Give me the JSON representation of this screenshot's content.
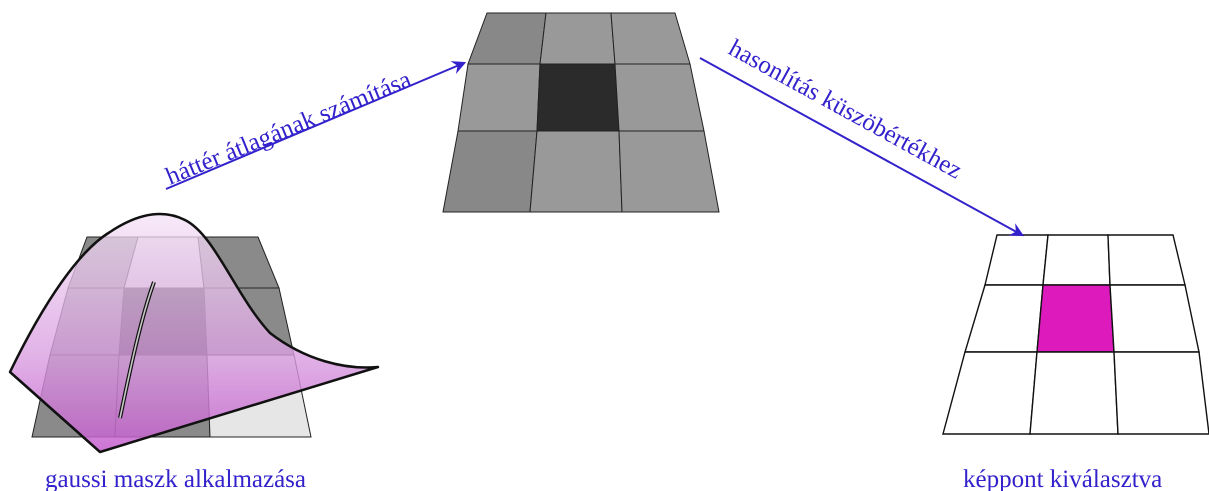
{
  "labels": {
    "step1": "háttér átlagának számítása",
    "step2": "hasonlítás küszöbértékhez",
    "left_caption": "gaussi maszk alkalmazása",
    "right_caption": "képpont kiválasztva"
  },
  "colors": {
    "text": "#3322cc",
    "arrow": "#3322cc",
    "grid_dark": "#888888",
    "grid_mid": "#999999",
    "grid_center": "#2b2b2b",
    "grid_light": "#e6e6e6",
    "selected": "#dd1abb",
    "gauss_fill": "#d58fdd"
  }
}
